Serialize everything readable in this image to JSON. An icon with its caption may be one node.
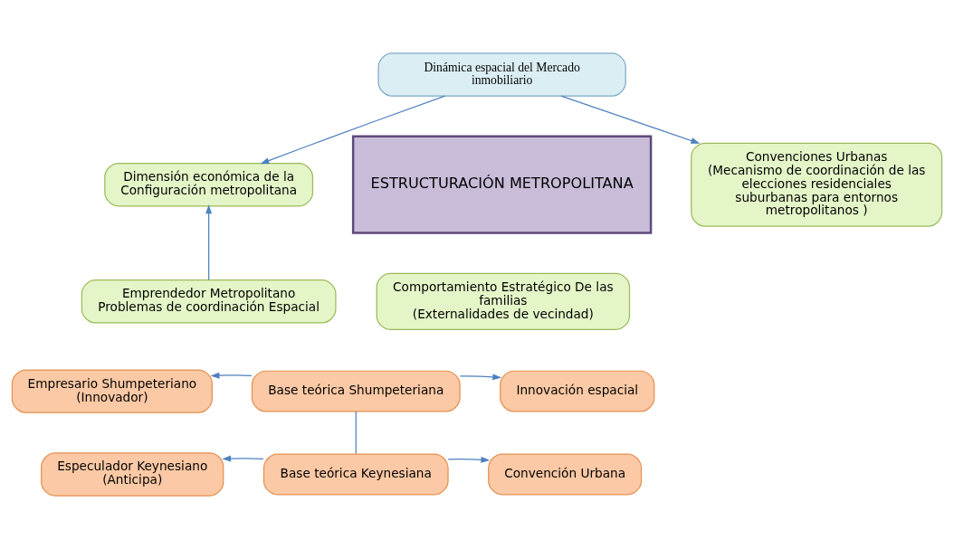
{
  "diagram": {
    "nodes": [
      {
        "text": [
          "Dinámica espacial del Mercado inmobiliario"
        ]
      },
      {
        "text": [
          "Dimensión económica de la Configuración metropolitana"
        ]
      },
      {
        "text": [
          "Convenciones Urbanas",
          "(Mecanismo de coordinación de las elecciones residenciales suburbanas para entornos metropolitanos )"
        ]
      },
      {
        "text": [
          "ESTRUCTURACIÓN METROPOLITANA"
        ]
      },
      {
        "text": [
          "Emprendedor Metropolitano",
          "Problemas de coordinación Espacial"
        ]
      },
      {
        "text": [
          "Comportamiento Estratégico De las familias",
          "(Externalidades de vecindad)"
        ]
      },
      {
        "text": [
          "Empresario Shumpeteriano",
          "(Innovador)"
        ]
      },
      {
        "text": [
          "Base teórica Shumpeteriana"
        ]
      },
      {
        "text": [
          "Innovación espacial"
        ]
      },
      {
        "text": [
          "Especulador Keynesiano",
          "(Anticipa)"
        ]
      },
      {
        "text": [
          "Base teórica Keynesiana"
        ]
      },
      {
        "text": [
          "Convención Urbana"
        ]
      }
    ],
    "edges": [
      {
        "from": 0,
        "to": 1,
        "arrow": "to"
      },
      {
        "from": 0,
        "to": 2,
        "arrow": "to"
      },
      {
        "from": 4,
        "to": 1,
        "arrow": "to"
      },
      {
        "from": 7,
        "to": 6,
        "arrow": "to"
      },
      {
        "from": 7,
        "to": 8,
        "arrow": "to"
      },
      {
        "from": 7,
        "to": 10,
        "arrow": "none"
      },
      {
        "from": 10,
        "to": 9,
        "arrow": "to"
      },
      {
        "from": 10,
        "to": 11,
        "arrow": "to"
      }
    ]
  }
}
